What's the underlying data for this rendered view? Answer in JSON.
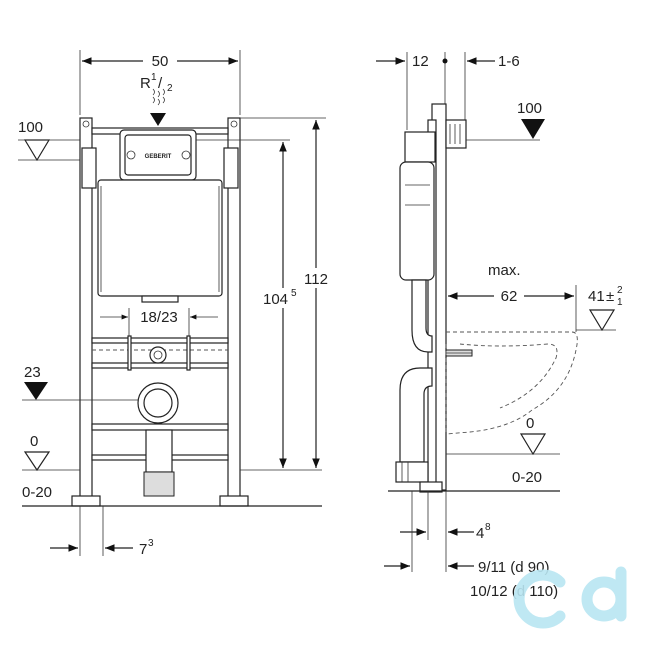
{
  "front_view": {
    "dim_width": "50",
    "thread_main": "R",
    "thread_num": "1",
    "thread_den": "2",
    "level_100": "100",
    "dim_height_total": "112",
    "dim_height_inner_main": "104",
    "dim_height_inner_sup": "5",
    "dim_bolt_spacing": "18/23",
    "level_23": "23",
    "level_0": "0",
    "floor_range": "0-20",
    "dim_bottom_main": "7",
    "dim_bottom_sup": "3",
    "brand": "GEBERIT"
  },
  "side_view": {
    "dim_depth": "12",
    "dim_adjust": "1-6",
    "level_100": "100",
    "max_label": "max.",
    "dim_62": "62",
    "dim_41": "41",
    "dim_41_sup": "2",
    "dim_41_sub": "1",
    "level_0": "0",
    "floor_range": "0-20",
    "dim_4_main": "4",
    "dim_4_sup": "8",
    "dim_pipe_90": "9/11 (d 90)",
    "dim_pipe_110": "10/12 (d 110)"
  },
  "watermark": {
    "logo_icon": "cd-logo-icon",
    "color": "#b9e6f2"
  }
}
